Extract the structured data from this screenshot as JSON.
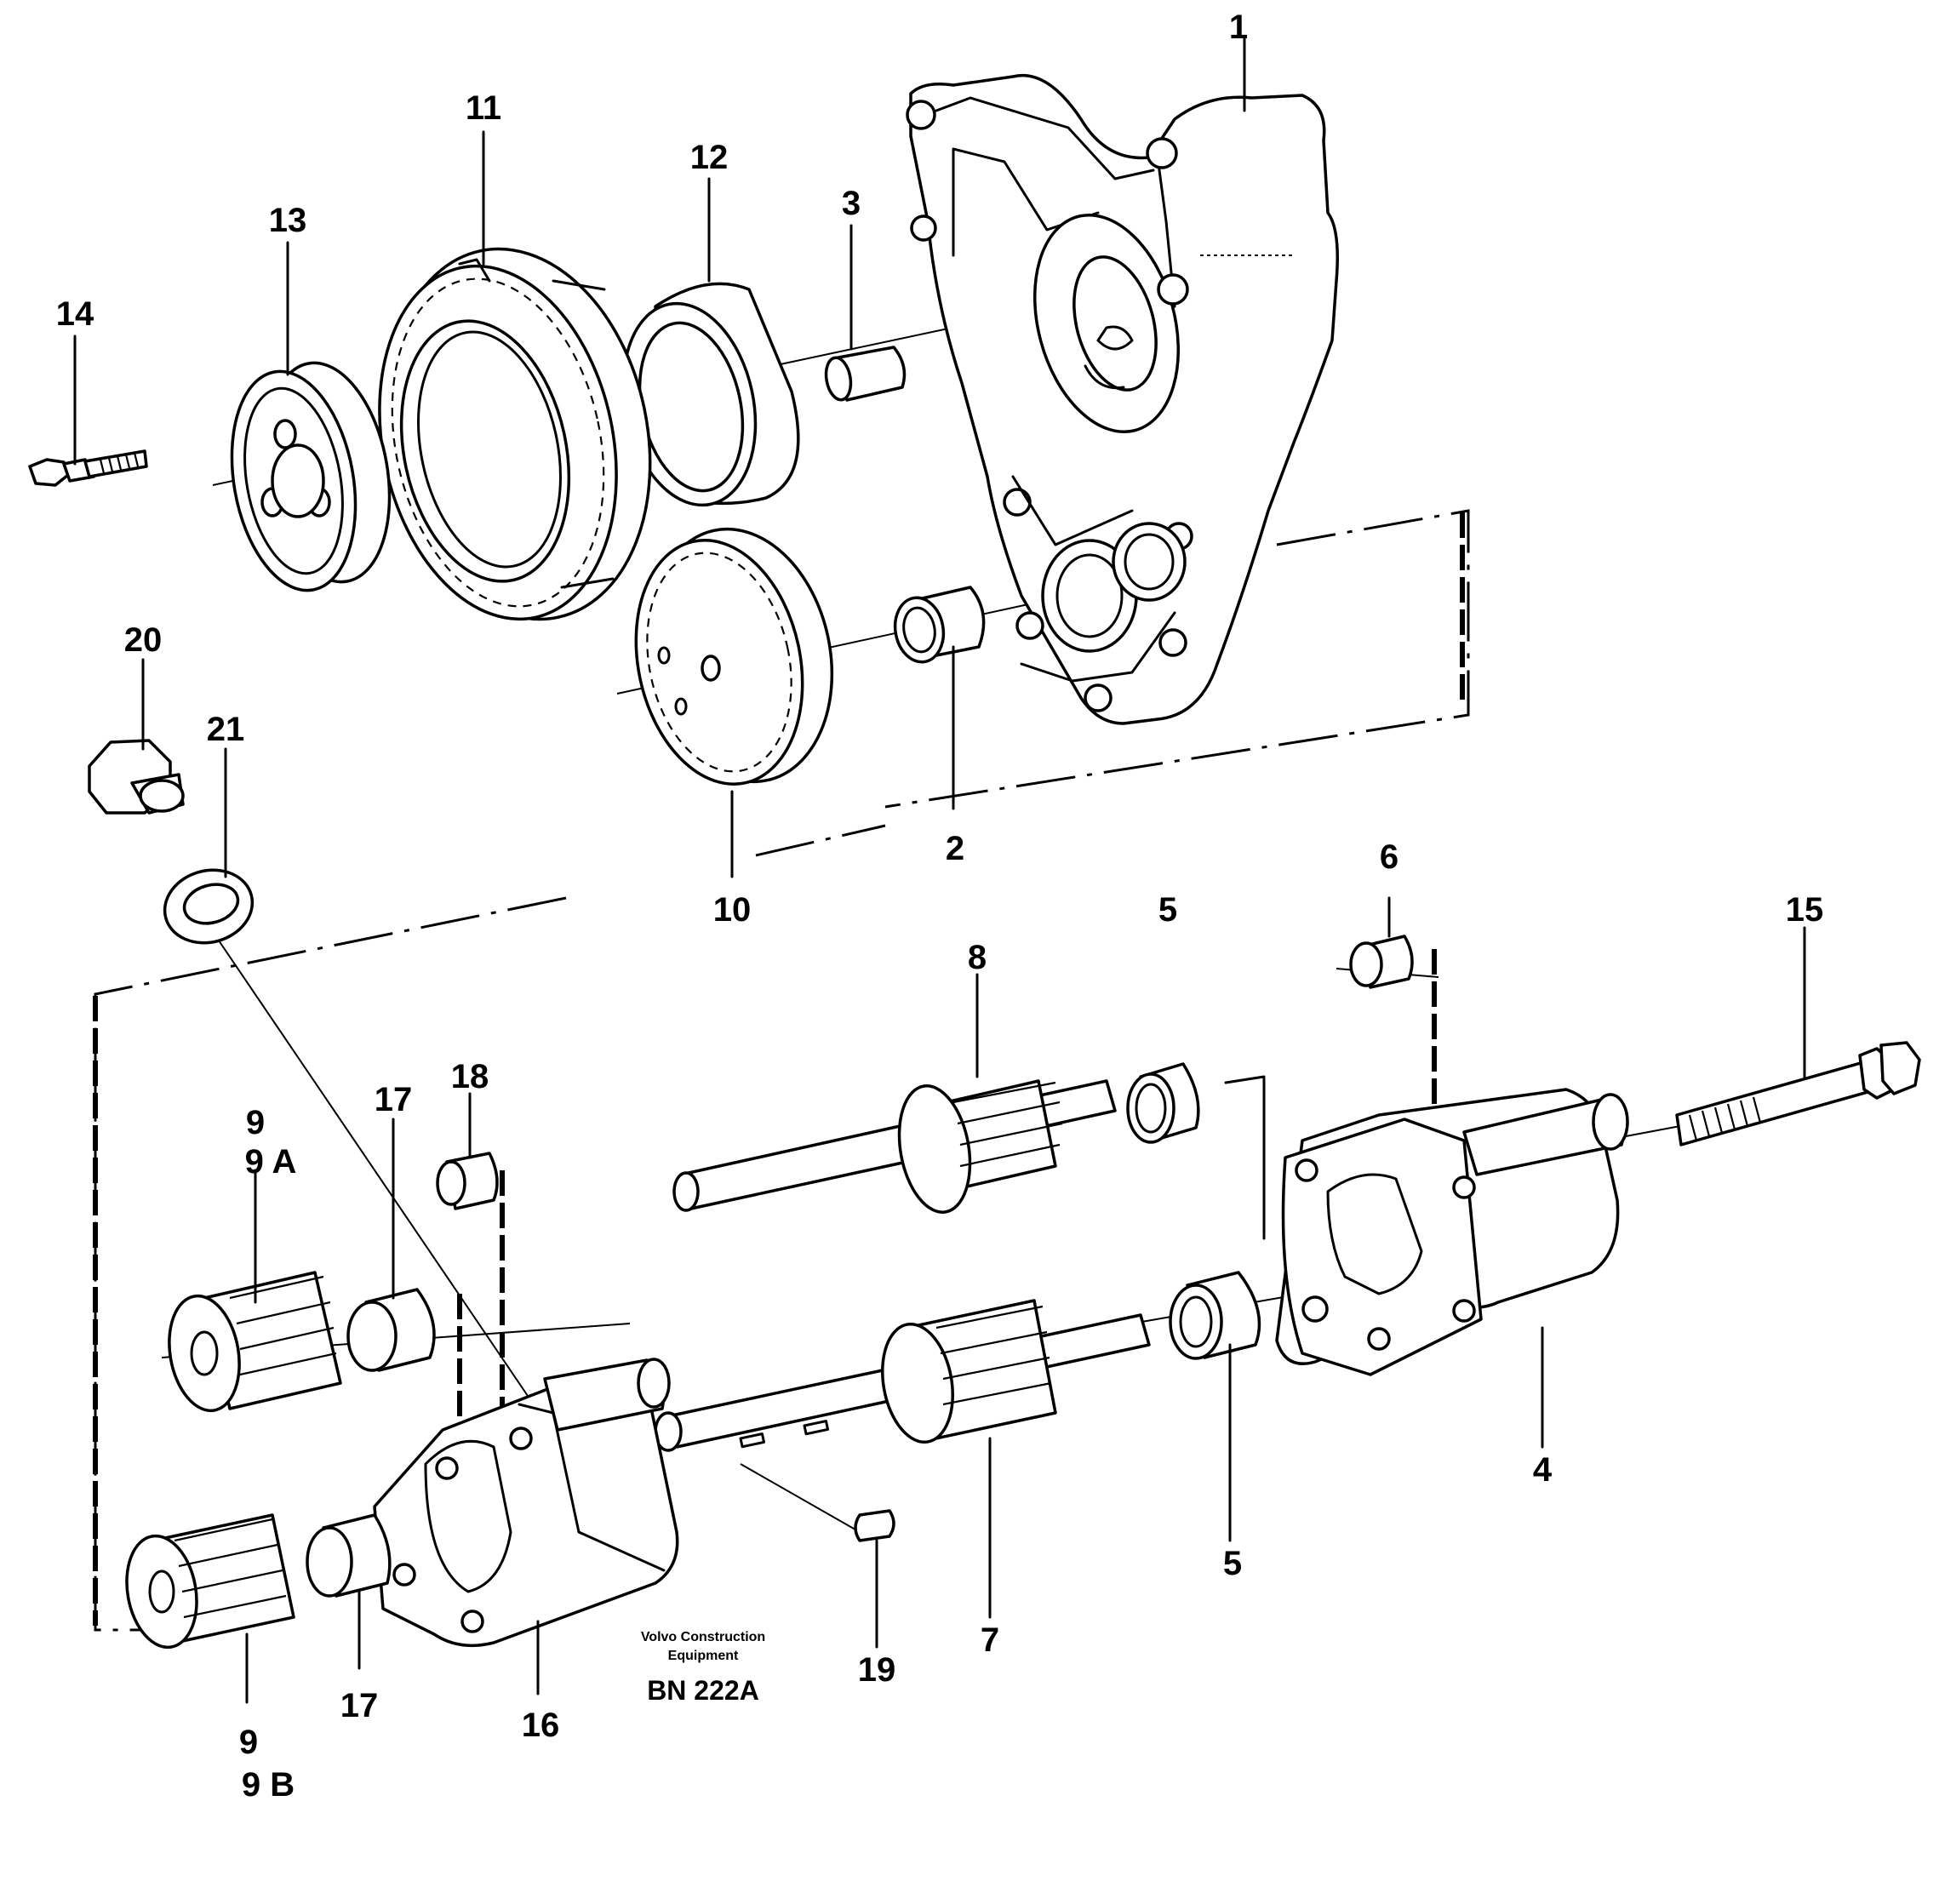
{
  "labels": {
    "p1": "1",
    "p2": "2",
    "p3": "3",
    "p4": "4",
    "p5a": "5",
    "p5b": "5",
    "p6": "6",
    "p7": "7",
    "p8": "8",
    "p9a": "9",
    "p9a_sub": "9 A",
    "p9b": "9",
    "p9b_sub": "9 B",
    "p10": "10",
    "p11": "11",
    "p12": "12",
    "p13": "13",
    "p14": "14",
    "p15": "15",
    "p16": "16",
    "p17a": "17",
    "p17b": "17",
    "p18": "18",
    "p19": "19",
    "p20": "20",
    "p21": "21"
  },
  "footer": {
    "publisher_line1": "Volvo Construction",
    "publisher_line2": "Equipment",
    "reference": "BN 222A"
  }
}
